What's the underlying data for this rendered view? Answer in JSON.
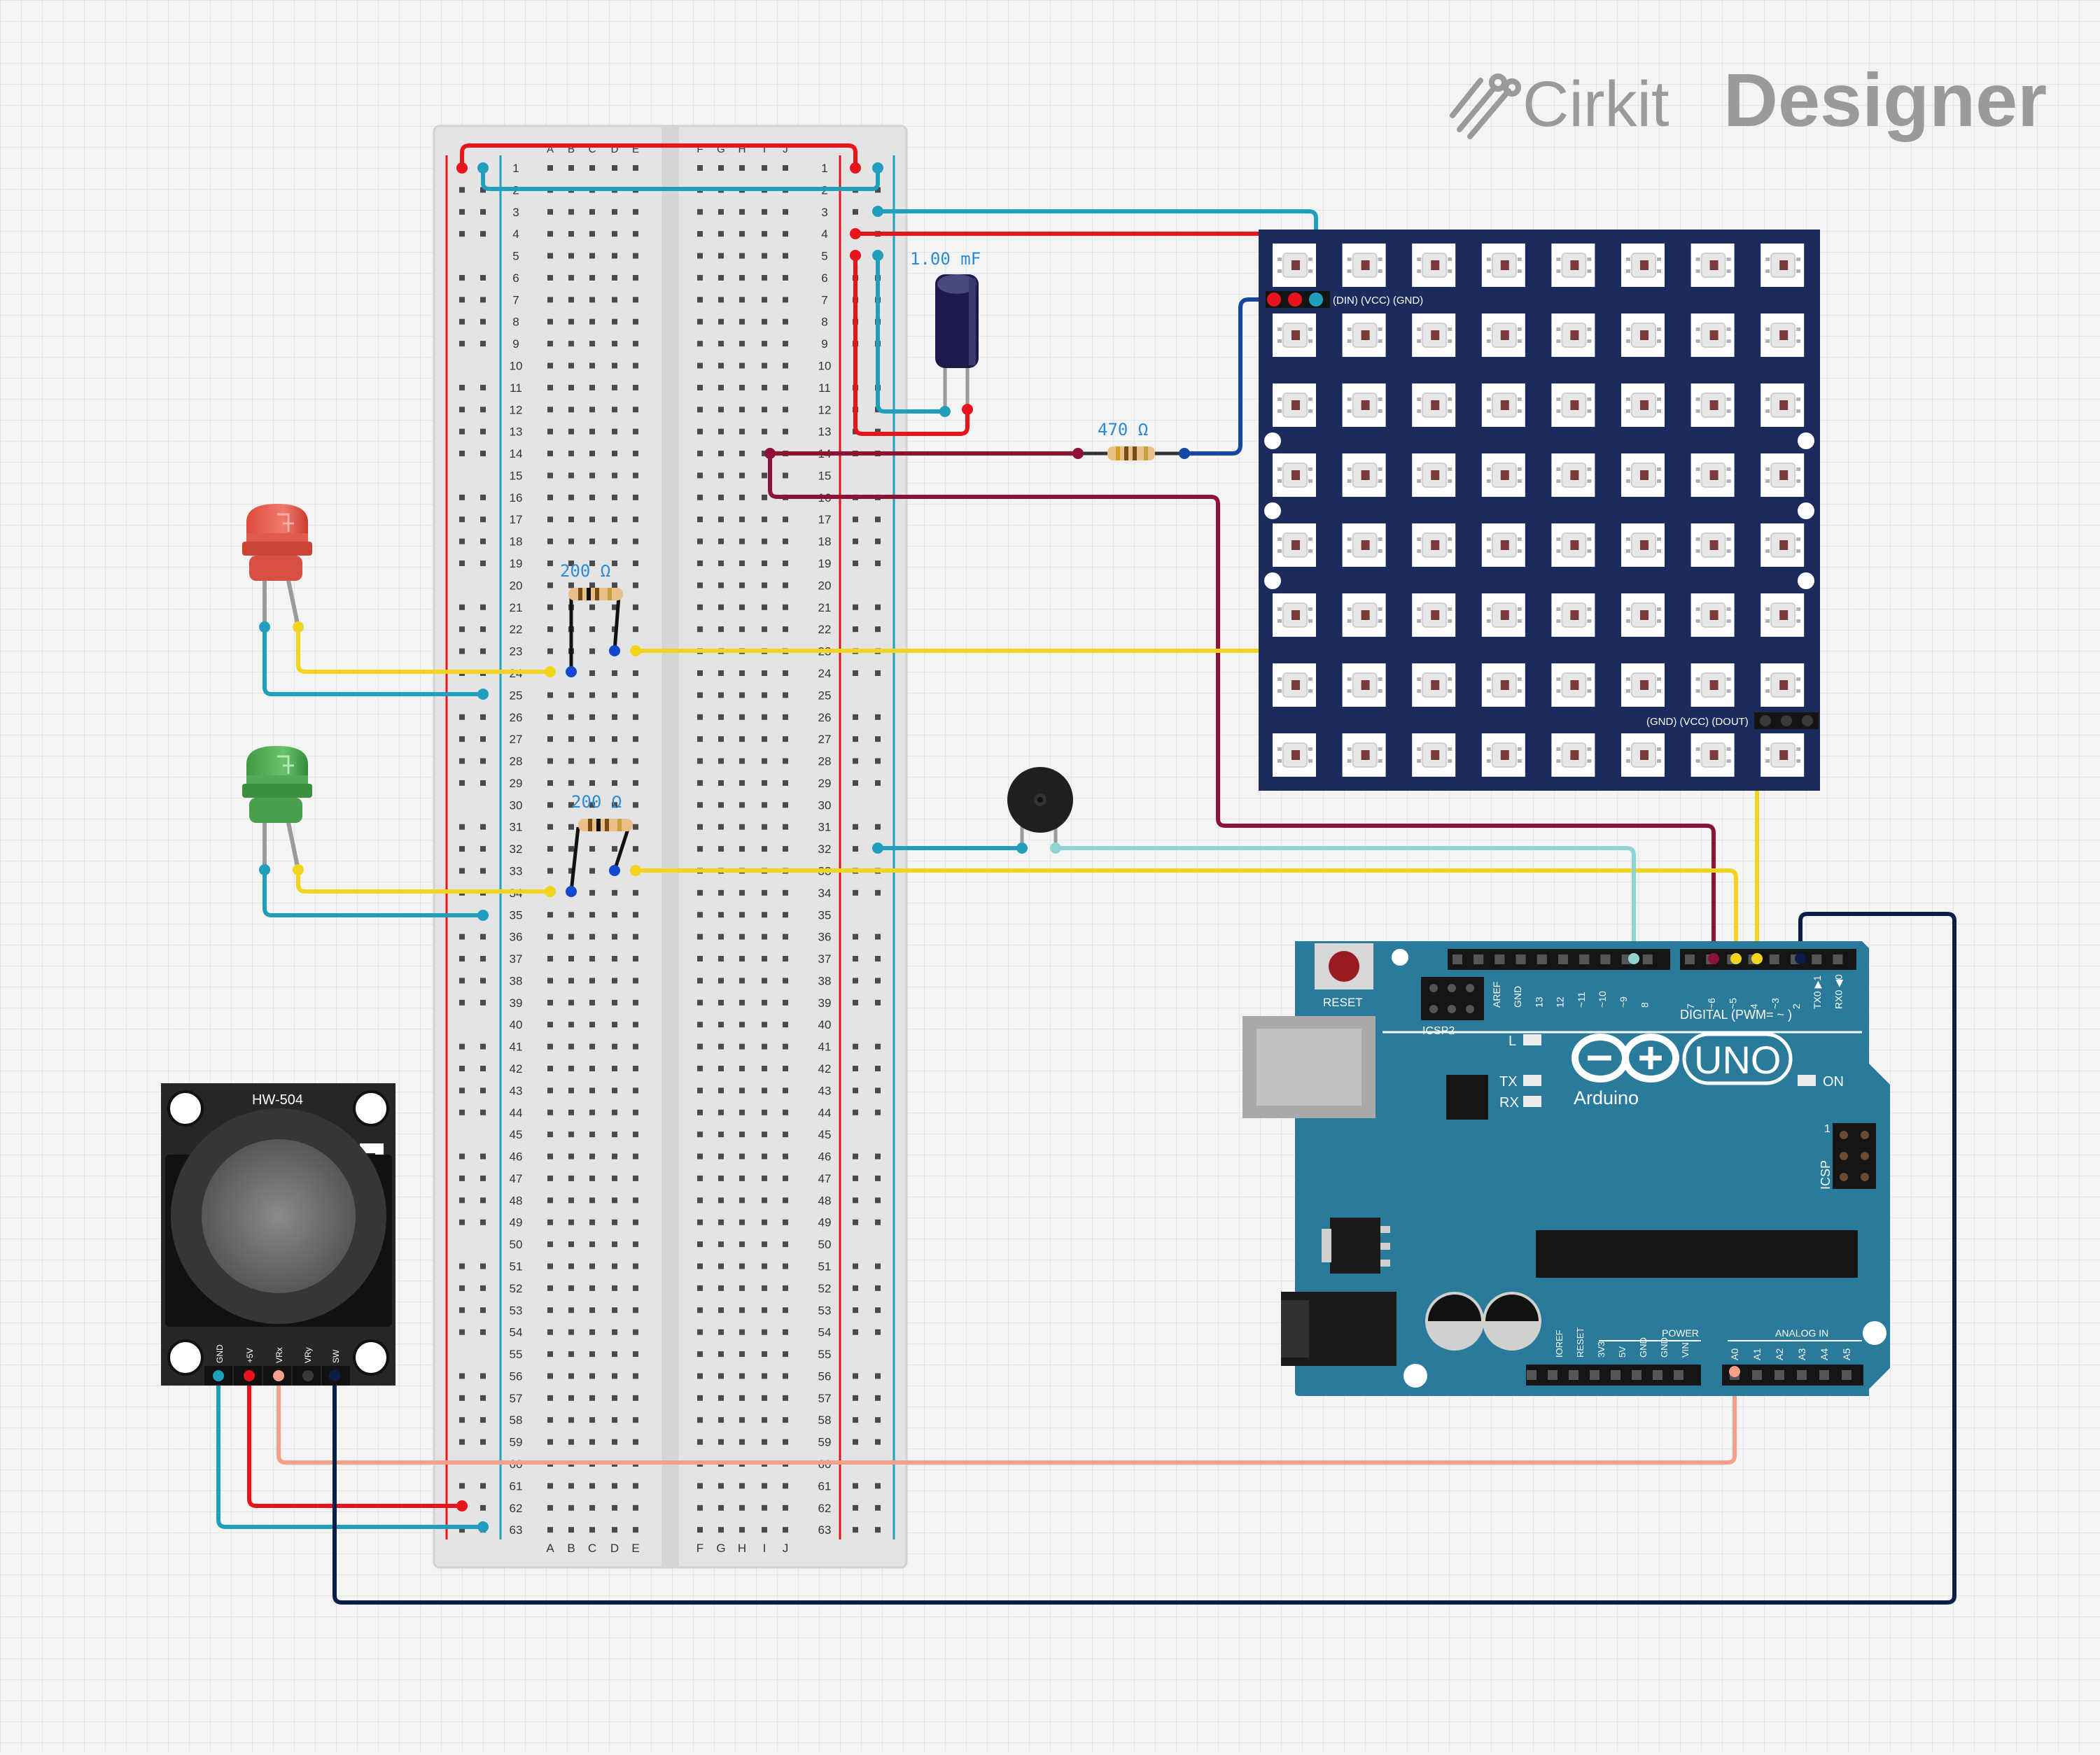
{
  "brand": {
    "name": "Cirkit",
    "product": "Designer"
  },
  "breadboard": {
    "rows": 63,
    "columns_left": [
      "A",
      "B",
      "C",
      "D",
      "E"
    ],
    "columns_right": [
      "F",
      "G",
      "H",
      "I",
      "J"
    ]
  },
  "capacitor": {
    "label": "1.00 mF"
  },
  "resistors": {
    "matrix": "470 Ω",
    "led_red": "200 Ω",
    "led_green": "200 Ω"
  },
  "led_matrix": {
    "rows": 8,
    "cols": 8,
    "in_label": "(DIN) (VCC) (GND)",
    "out_label": "(GND) (VCC) (DOUT)"
  },
  "joystick": {
    "model": "HW-504",
    "pins": [
      "GND",
      "+5V",
      "VRx",
      "VRy",
      "SW"
    ]
  },
  "arduino": {
    "brand": "Arduino",
    "model": "UNO",
    "reset": "RESET",
    "icsp2": "ICSP2",
    "icsp": "ICSP",
    "led_l": "L",
    "led_tx": "TX",
    "led_rx": "RX",
    "on": "ON",
    "digital_header": "DIGITAL (PWM= ~ )",
    "digital_pins_left": [
      "AREF",
      "GND",
      "13",
      "12",
      "~11",
      "~10",
      "~9",
      "8"
    ],
    "digital_pins_right": [
      "7",
      "~6",
      "~5",
      "4",
      "~3",
      "2",
      "TX0 ▶1",
      "RX0 ◀0"
    ],
    "power_header": "POWER",
    "power_pins": [
      "IOREF",
      "RESET",
      "3V3",
      "5V",
      "GND",
      "GND",
      "VIN"
    ],
    "analog_header": "ANALOG IN",
    "analog_pins": [
      "A0",
      "A1",
      "A2",
      "A3",
      "A4",
      "A5"
    ],
    "icsp_pin1": "1"
  },
  "colors": {
    "background": "#f4f4f4",
    "grid": "#dedede",
    "wire_red": "#e8141b",
    "wire_blue": "#1f9fbb",
    "wire_yellow": "#f2d41c",
    "wire_maroon": "#8e1236",
    "wire_navy": "#0b1e4a",
    "wire_salmon": "#f5a08a",
    "wire_lightblue": "#8fd4d4",
    "matrix_board": "#1b2b5e",
    "arduino_board": "#2a7b9b"
  }
}
